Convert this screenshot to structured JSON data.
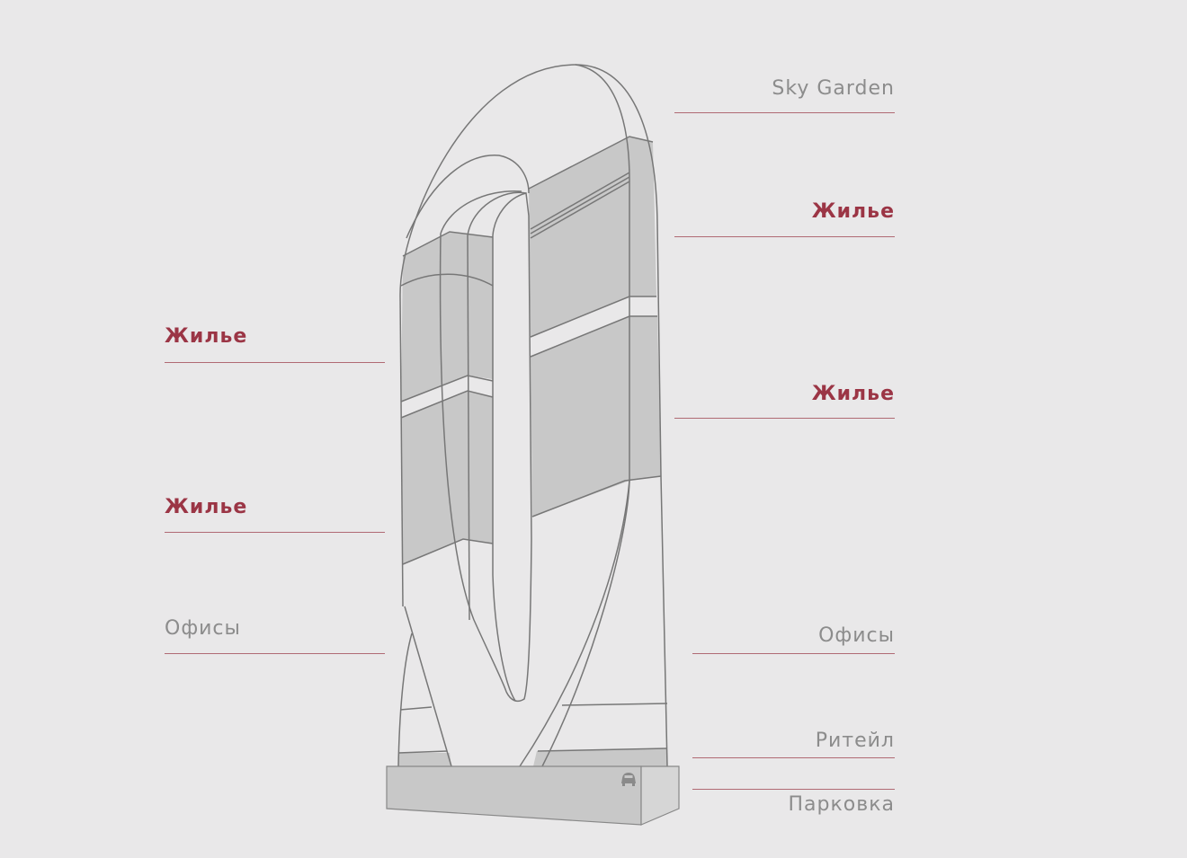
{
  "colors": {
    "accent": "#9b3545",
    "muted": "#8c8c8c",
    "background": "#e9e8e9",
    "shade": "#c8c8c8"
  },
  "labels": {
    "right": [
      {
        "text": "Sky Garden",
        "style": "muted"
      },
      {
        "text": "Жилье",
        "style": "accent"
      },
      {
        "text": "Жилье",
        "style": "accent"
      },
      {
        "text": "Офисы",
        "style": "muted"
      },
      {
        "text": "Ритейл",
        "style": "muted"
      },
      {
        "text": "Парковка",
        "style": "muted"
      }
    ],
    "left": [
      {
        "text": "Жилье",
        "style": "accent"
      },
      {
        "text": "Жилье",
        "style": "accent"
      },
      {
        "text": "Офисы",
        "style": "muted"
      }
    ]
  },
  "icons": {
    "parking": "car-icon"
  }
}
